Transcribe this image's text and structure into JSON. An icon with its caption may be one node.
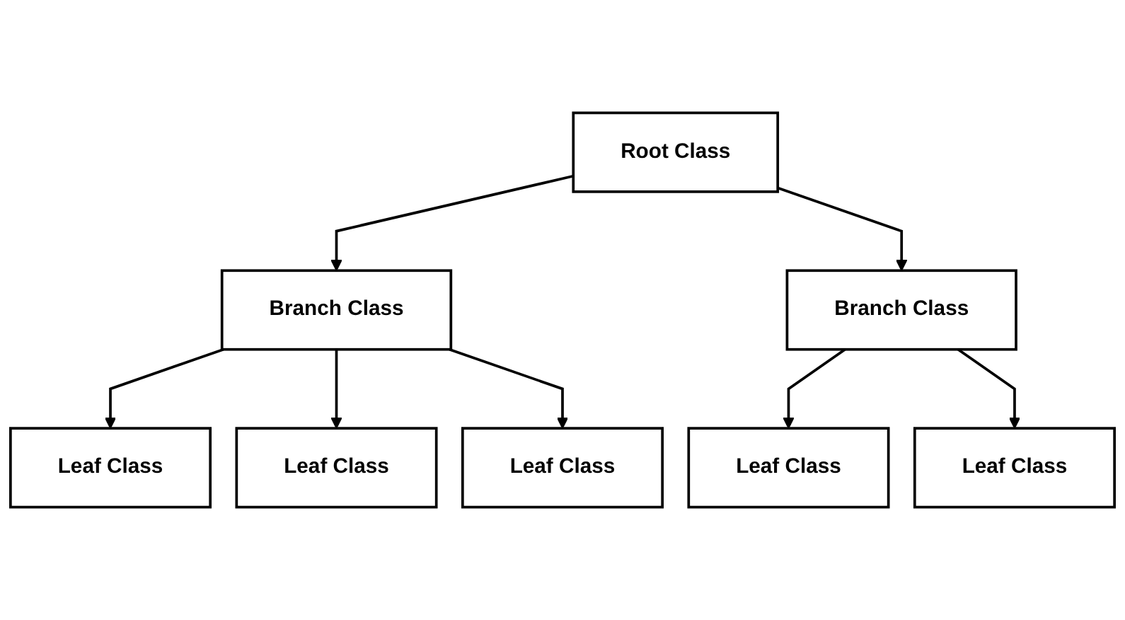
{
  "diagram": {
    "nodes": [
      {
        "text": [
          "Root Class"
        ]
      },
      {
        "text": [
          "Branch Class"
        ]
      },
      {
        "text": [
          "Branch Class"
        ]
      },
      {
        "text": [
          "Leaf Class"
        ]
      },
      {
        "text": [
          "Leaf Class"
        ]
      },
      {
        "text": [
          "Leaf Class"
        ]
      },
      {
        "text": [
          "Leaf Class"
        ]
      },
      {
        "text": [
          "Leaf Class"
        ]
      }
    ],
    "edges": [
      {
        "from": 0,
        "to": 1,
        "arrow": "to"
      },
      {
        "from": 0,
        "to": 2,
        "arrow": "to"
      },
      {
        "from": 1,
        "to": 3,
        "arrow": "to"
      },
      {
        "from": 1,
        "to": 4,
        "arrow": "to"
      },
      {
        "from": 1,
        "to": 5,
        "arrow": "to"
      },
      {
        "from": 2,
        "to": 6,
        "arrow": "to"
      },
      {
        "from": 2,
        "to": 7,
        "arrow": "to"
      }
    ]
  }
}
